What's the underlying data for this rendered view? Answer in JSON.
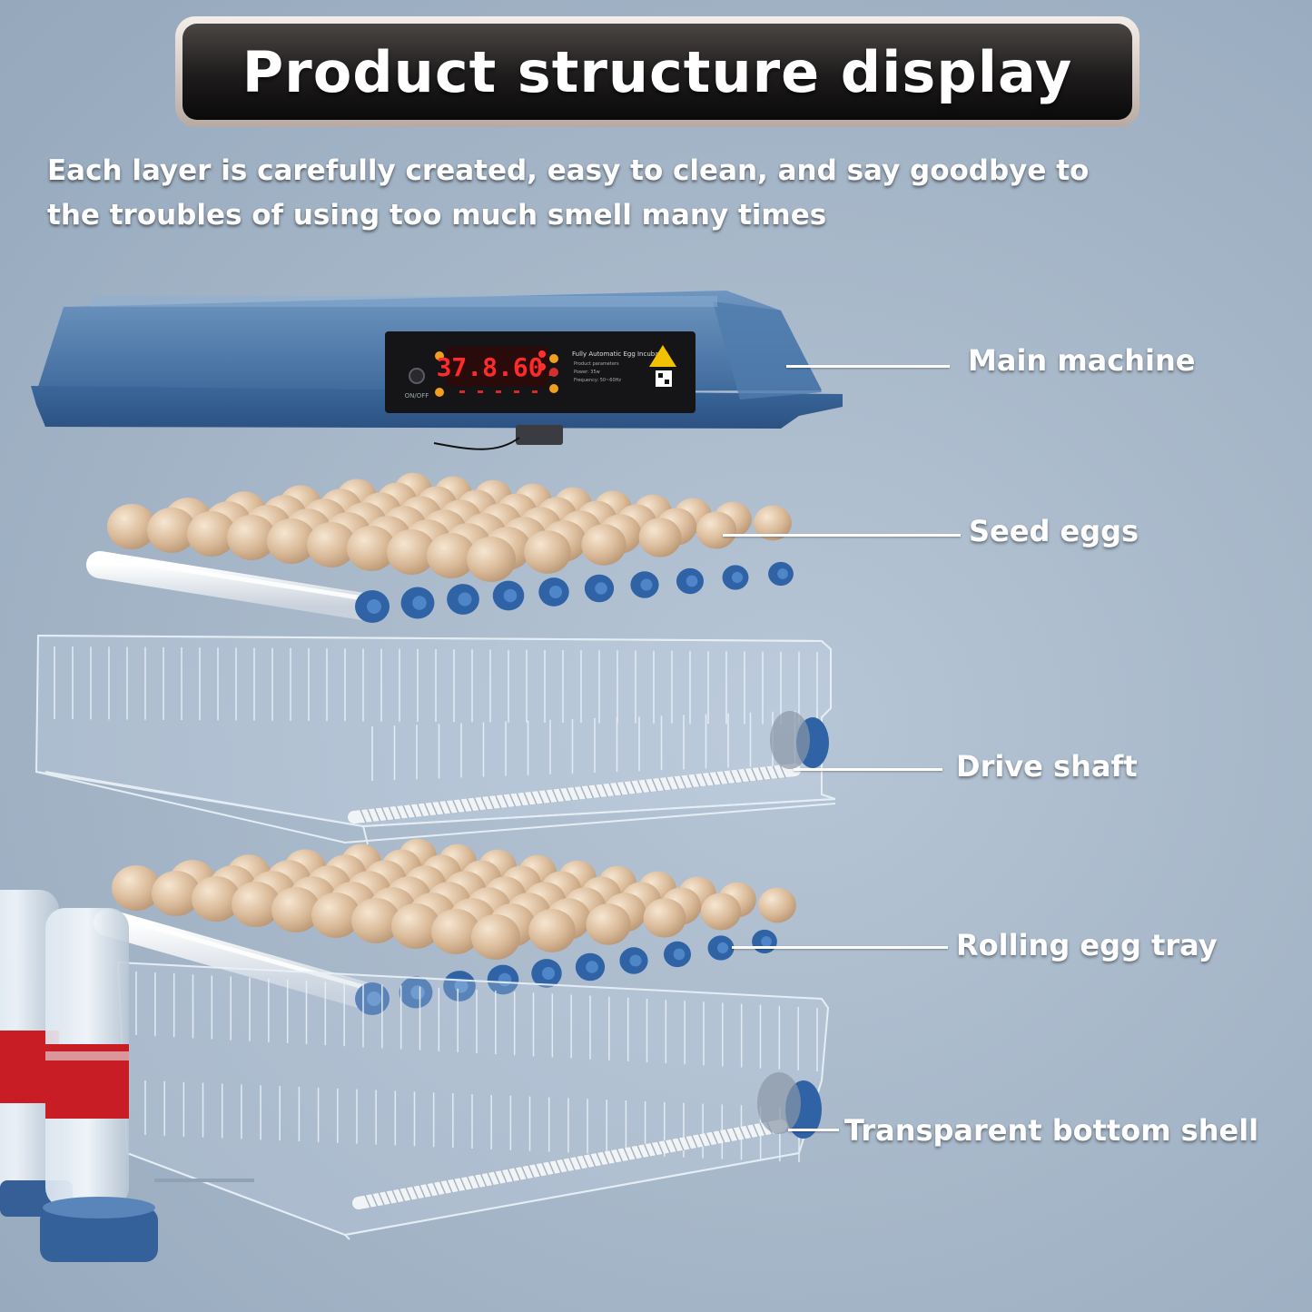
{
  "title": "Product structure display",
  "subtitle_lines": [
    "Each layer is carefully created, easy to clean, and say goodbye to",
    "the troubles of using too much smell many times"
  ],
  "labels": {
    "main_machine": "Main machine",
    "seed_eggs": "Seed eggs",
    "drive_shaft": "Drive shaft",
    "rolling_egg_tray": "Rolling egg tray",
    "transparent_bottom_shell": "Transparent bottom shell"
  },
  "display": {
    "readout": "37.8.60.",
    "panel_title": "Fully Automatic Egg Incubator",
    "panel_lines": [
      "Product parameters",
      "Power: 35w",
      "Frequency: 50~60Hz"
    ],
    "power_label": "ON/OFF"
  },
  "colors": {
    "machine_blue": "#3f6f9e",
    "egg": "#d8ba99",
    "roller_cap": "#2f63a6",
    "label_text": "#ffffff",
    "background": "#a9b9cb"
  }
}
